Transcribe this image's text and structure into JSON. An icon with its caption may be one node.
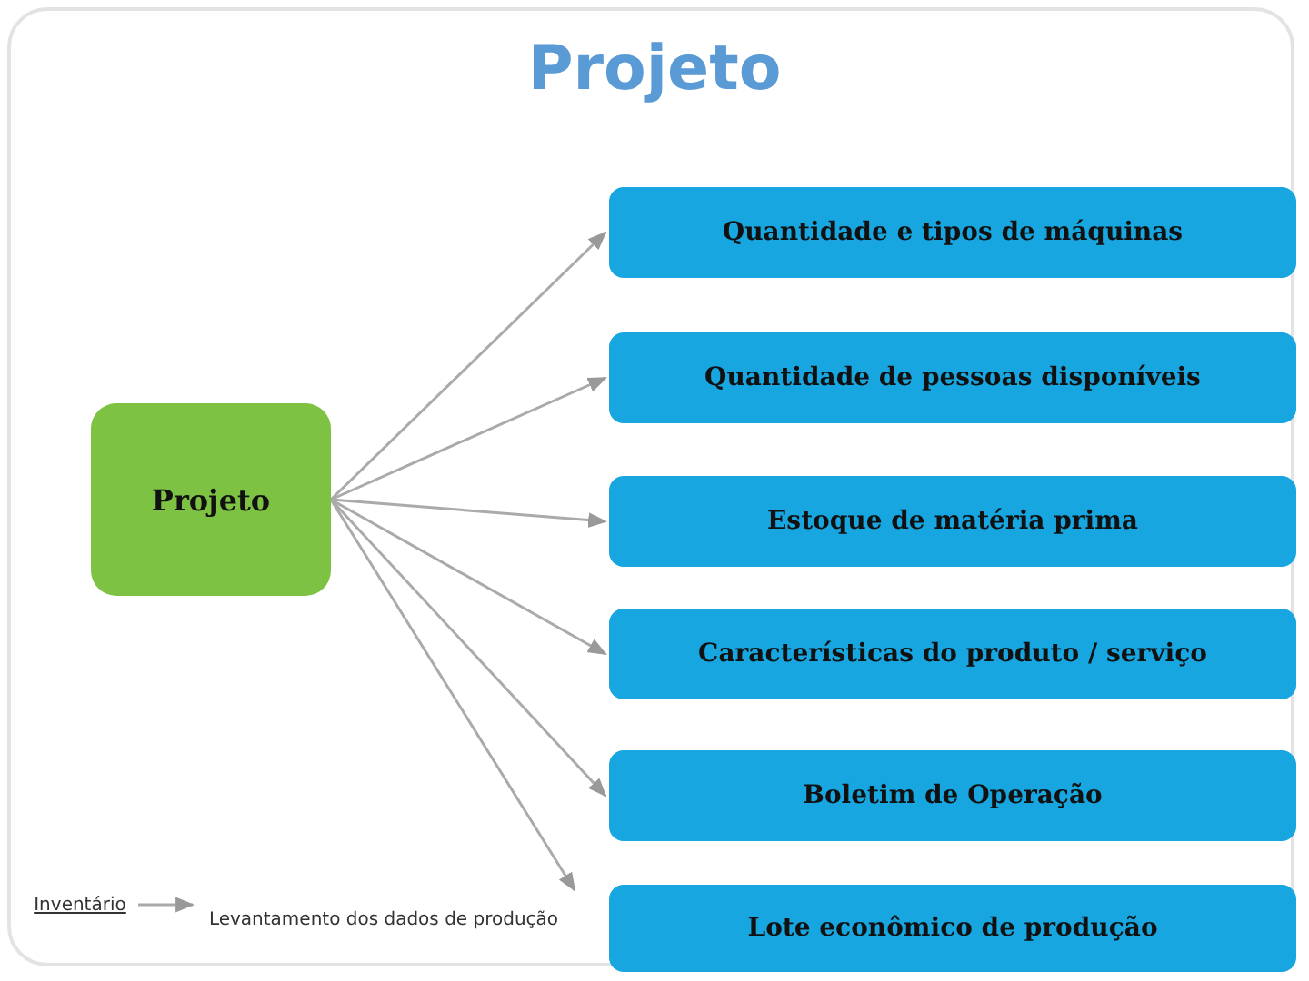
{
  "diagram": {
    "title": "Projeto",
    "nodes": [
      {
        "text": [
          "Projeto"
        ]
      },
      {
        "text": [
          "Quantidade e tipos de máquinas"
        ]
      },
      {
        "text": [
          "Quantidade de pessoas disponíveis"
        ]
      },
      {
        "text": [
          "Estoque de matéria prima"
        ]
      },
      {
        "text": [
          "Características do produto / serviço"
        ]
      },
      {
        "text": [
          "Boletim de Operação"
        ]
      },
      {
        "text": [
          "Lote econômico de produção"
        ]
      },
      {
        "text": [
          "Inventário"
        ]
      },
      {
        "text": [
          "Levantamento dos dados de produção"
        ]
      }
    ],
    "edges": [
      {
        "from": 0,
        "to": 1,
        "arrow": "to"
      },
      {
        "from": 0,
        "to": 2,
        "arrow": "to"
      },
      {
        "from": 0,
        "to": 3,
        "arrow": "to"
      },
      {
        "from": 0,
        "to": 4,
        "arrow": "to"
      },
      {
        "from": 0,
        "to": 5,
        "arrow": "to"
      },
      {
        "from": 0,
        "to": 8,
        "arrow": "to"
      },
      {
        "from": 7,
        "to": 8,
        "arrow": "to"
      }
    ]
  }
}
